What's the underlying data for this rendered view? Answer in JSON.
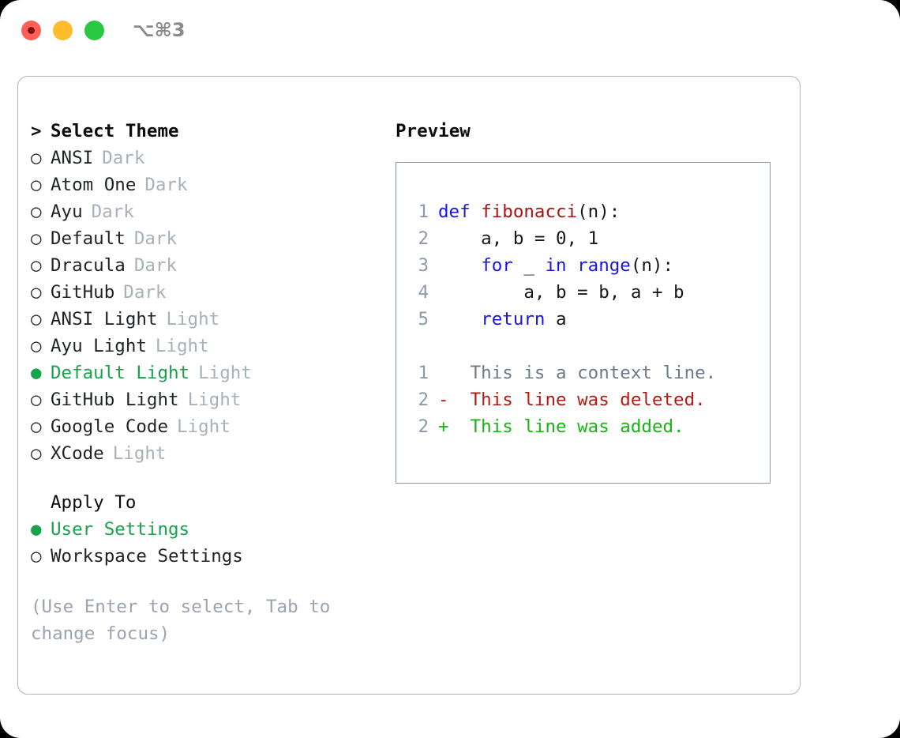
{
  "window": {
    "traffic_lights": [
      "close",
      "minimize",
      "zoom"
    ],
    "shortcut": "⌥⌘3"
  },
  "theme_picker": {
    "prompt_marker": ">",
    "heading": "Select Theme",
    "marker_unselected": "○",
    "marker_selected": "●",
    "items": [
      {
        "name": "ANSI",
        "variant": "Dark",
        "selected": false
      },
      {
        "name": "Atom One",
        "variant": "Dark",
        "selected": false
      },
      {
        "name": "Ayu",
        "variant": "Dark",
        "selected": false
      },
      {
        "name": "Default",
        "variant": "Dark",
        "selected": false
      },
      {
        "name": "Dracula",
        "variant": "Dark",
        "selected": false
      },
      {
        "name": "GitHub",
        "variant": "Dark",
        "selected": false
      },
      {
        "name": "ANSI Light",
        "variant": "Light",
        "selected": false
      },
      {
        "name": "Ayu Light",
        "variant": "Light",
        "selected": false
      },
      {
        "name": "Default Light",
        "variant": "Light",
        "selected": true
      },
      {
        "name": "GitHub Light",
        "variant": "Light",
        "selected": false
      },
      {
        "name": "Google Code",
        "variant": "Light",
        "selected": false
      },
      {
        "name": "XCode",
        "variant": "Light",
        "selected": false
      }
    ]
  },
  "apply_to": {
    "heading": "Apply To",
    "items": [
      {
        "name": "User Settings",
        "selected": true
      },
      {
        "name": "Workspace Settings",
        "selected": false
      }
    ]
  },
  "hint": "(Use Enter to select, Tab to change focus)",
  "preview": {
    "title": "Preview",
    "code_lines": [
      {
        "number": "1",
        "tokens": [
          {
            "text": "def ",
            "kind": "kw"
          },
          {
            "text": "fibonacci",
            "kind": "fn"
          },
          {
            "text": "(n):",
            "kind": "pl"
          }
        ]
      },
      {
        "number": "2",
        "tokens": [
          {
            "text": "    a, b = 0, 1",
            "kind": "pl"
          }
        ]
      },
      {
        "number": "3",
        "tokens": [
          {
            "text": "    ",
            "kind": "pl"
          },
          {
            "text": "for",
            "kind": "kw"
          },
          {
            "text": " _ ",
            "kind": "pl"
          },
          {
            "text": "in",
            "kind": "kw"
          },
          {
            "text": " ",
            "kind": "pl"
          },
          {
            "text": "range",
            "kind": "kw"
          },
          {
            "text": "(n):",
            "kind": "pl"
          }
        ]
      },
      {
        "number": "4",
        "tokens": [
          {
            "text": "        a, b = b, a + b",
            "kind": "pl"
          }
        ]
      },
      {
        "number": "5",
        "tokens": [
          {
            "text": "    ",
            "kind": "pl"
          },
          {
            "text": "return",
            "kind": "kw"
          },
          {
            "text": " a",
            "kind": "pl"
          }
        ]
      }
    ],
    "diff_lines": [
      {
        "number": "1",
        "sign": " ",
        "text": "This is a context line.",
        "kind": "context"
      },
      {
        "number": "2",
        "sign": "-",
        "text": "This line was deleted.",
        "kind": "del"
      },
      {
        "number": "2",
        "sign": "+",
        "text": "This line was added.",
        "kind": "add"
      }
    ]
  },
  "colors": {
    "selected_green": "#16a34a",
    "muted_gray": "#a8b0ba",
    "hint_gray": "#9aa3b0",
    "keyword_blue": "#1a16e0",
    "function_red": "#a81414",
    "diff_delete_red": "#b51a12",
    "diff_add_green": "#17b317",
    "panel_border": "#aab3c0",
    "code_border": "#8a97a8",
    "light_close": "#ff5f57",
    "light_minimize": "#ffbd2e",
    "light_zoom": "#28c840"
  }
}
